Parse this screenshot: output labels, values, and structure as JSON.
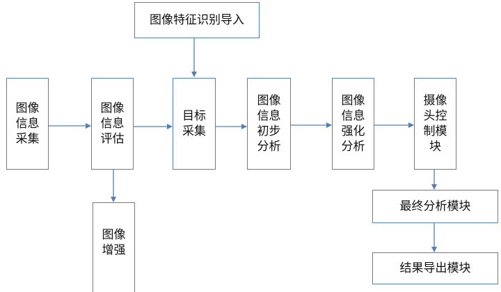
{
  "diagram": {
    "line_color": "#4f7fc4",
    "nodes": {
      "feature_import": "图像特征识别导入",
      "collect": "图像\n信息\n采集",
      "evaluate": "图像\n信息\n评估",
      "target": "目标\n采集",
      "prelim": "图像\n信息\n初步\n分析",
      "enhanced": "图像\n信息\n强化\n分析",
      "camera": "摄像\n头控\n制模\n块",
      "enhance": "图像\n增强",
      "final": "最终分析模块",
      "export": "结果导出模块"
    },
    "edges": [
      [
        "collect",
        "evaluate"
      ],
      [
        "evaluate",
        "target"
      ],
      [
        "target",
        "prelim"
      ],
      [
        "prelim",
        "enhanced"
      ],
      [
        "enhanced",
        "camera"
      ],
      [
        "feature_import",
        "target"
      ],
      [
        "evaluate",
        "enhance"
      ],
      [
        "camera",
        "final"
      ],
      [
        "final",
        "export"
      ]
    ]
  }
}
